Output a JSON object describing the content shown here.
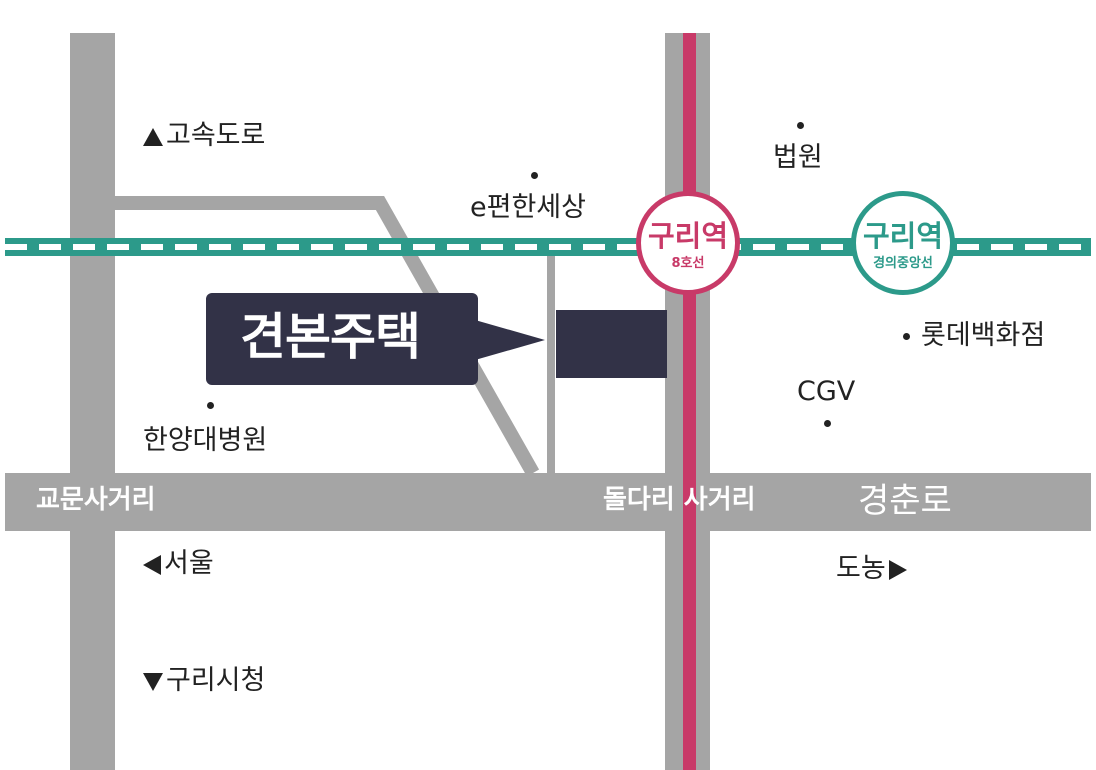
{
  "destination": {
    "name": "견본주택"
  },
  "stations": {
    "line8": {
      "name": "구리역",
      "line": "8호선",
      "color": "#c83a68"
    },
    "gyeongui": {
      "name": "구리역",
      "line": "경의중앙선",
      "color": "#2c9a8a"
    }
  },
  "roads": {
    "gyomun": "교문사거리",
    "doldari": "돌다리 사거리",
    "gyeongchun": "경춘로"
  },
  "landmarks": {
    "highway": "고속도로",
    "epyeonhan": "e편한세상",
    "court": "법원",
    "lotte": "롯데백화점",
    "cgv": "CGV",
    "hanyang": "한양대병원",
    "seoul": "서울",
    "donong": "도농",
    "guri_cityhall": "구리시청"
  },
  "colors": {
    "road": "#a5a5a5",
    "line8": "#c83a68",
    "gyeongui": "#2c9a8a",
    "destination": "#323247"
  }
}
